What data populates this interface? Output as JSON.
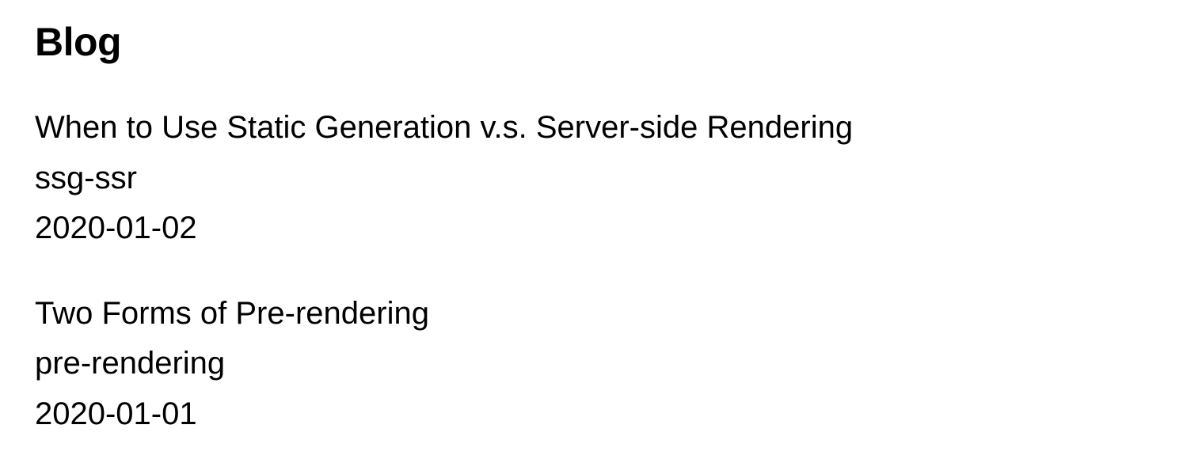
{
  "page": {
    "title": "Blog"
  },
  "posts": [
    {
      "title": "When to Use Static Generation v.s. Server-side Rendering",
      "slug": "ssg-ssr",
      "date": "2020-01-02"
    },
    {
      "title": "Two Forms of Pre-rendering",
      "slug": "pre-rendering",
      "date": "2020-01-01"
    }
  ]
}
